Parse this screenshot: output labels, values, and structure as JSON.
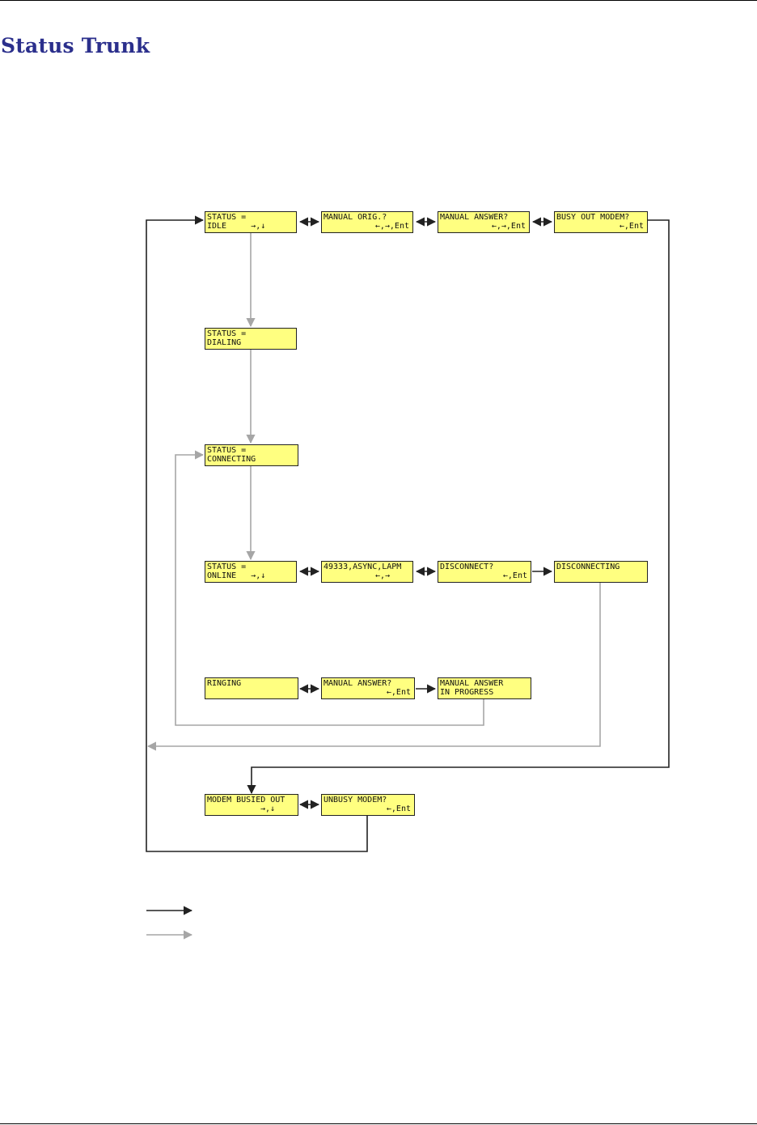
{
  "page": {
    "title": "Status Trunk"
  },
  "diagram": {
    "nodes": {
      "idle": {
        "line1": "STATUS =",
        "line2": "IDLE     →,↓"
      },
      "orig": {
        "line1": "MANUAL ORIG.?",
        "line2": "←,→,Ent"
      },
      "answer1": {
        "line1": "MANUAL ANSWER?",
        "line2": "←,→,Ent"
      },
      "busyout": {
        "line1": "BUSY OUT MODEM?",
        "line2": "←,Ent"
      },
      "dialing": {
        "line1": "STATUS =",
        "line2": "DIALING"
      },
      "connecting": {
        "line1": "STATUS =",
        "line2": "CONNECTING"
      },
      "online": {
        "line1": "STATUS =",
        "line2": "ONLINE   →,↓"
      },
      "rate": {
        "line1": "49333,ASYNC,LAPM",
        "line2": "←,→"
      },
      "disconnect": {
        "line1": "DISCONNECT?",
        "line2": "←,Ent"
      },
      "disconnecting": {
        "line1": "DISCONNECTING",
        "line2": ""
      },
      "ringing": {
        "line1": "RINGING",
        "line2": ""
      },
      "answer2": {
        "line1": "MANUAL ANSWER?",
        "line2": "←,Ent"
      },
      "inprogress": {
        "line1": "MANUAL ANSWER",
        "line2": "IN PROGRESS"
      },
      "busied": {
        "line1": "MODEM BUSIED OUT",
        "line2": "→,↓"
      },
      "unbusy": {
        "line1": "UNBUSY MODEM?",
        "line2": "←,Ent"
      }
    },
    "colors": {
      "black_arrow": "#222222",
      "gray_arrow": "#a6a6a6",
      "box_fill": "#ffff80"
    }
  }
}
